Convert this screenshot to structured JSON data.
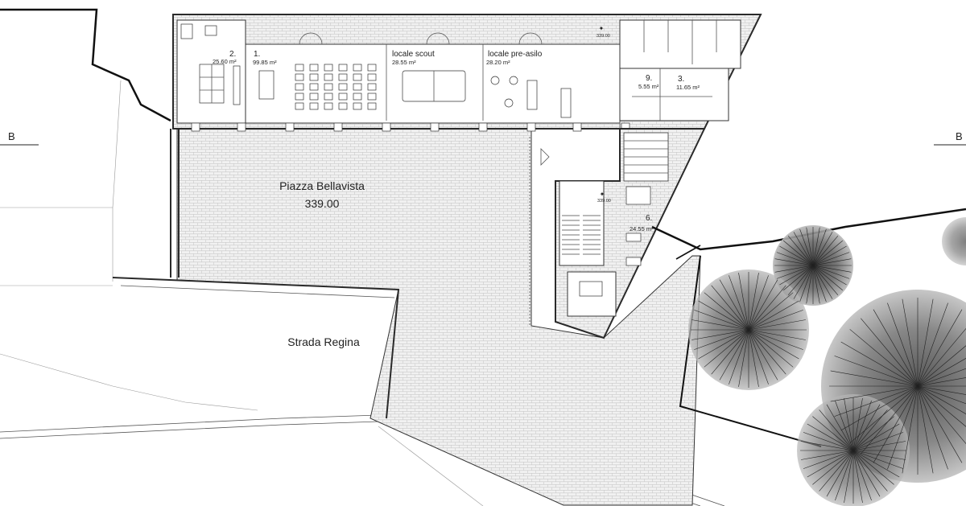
{
  "plaza": {
    "name": "Piazza Bellavista",
    "elevation": "339.00"
  },
  "street": {
    "name": "Strada Regina"
  },
  "section_marks": {
    "left": "B",
    "right": "B"
  },
  "elevation_markers": [
    {
      "label": "339.00"
    },
    {
      "label": "339.00"
    }
  ],
  "rooms": [
    {
      "number": "2.",
      "area": "25.60 m²"
    },
    {
      "number": "1.",
      "area": "99.85 m²"
    },
    {
      "number": "locale scout",
      "area": "28.55 m²"
    },
    {
      "number": "locale pre-asilo",
      "area": "28.20 m²"
    },
    {
      "number": "9.",
      "area": "5.55 m²"
    },
    {
      "number": "3.",
      "area": "11.65 m²"
    },
    {
      "number": "6.",
      "area": "24.55 m²"
    }
  ],
  "colors": {
    "paving": "#f1f1f1",
    "paving_grid": "#c9c9c9",
    "wall": "#2a2a2a",
    "tree": "#4a4a4a",
    "contour": "#111111"
  }
}
